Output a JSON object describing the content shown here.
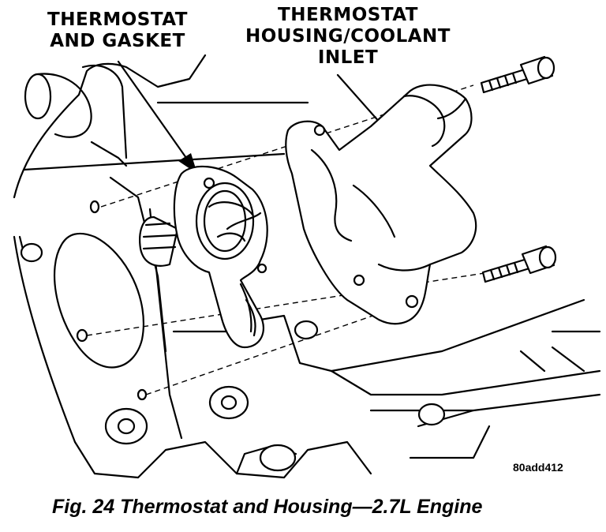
{
  "callouts": {
    "thermostat": [
      "THERMOSTAT",
      "AND GASKET"
    ],
    "housing": [
      "THERMOSTAT",
      "HOUSING/COOLANT",
      "INLET"
    ]
  },
  "reference_code": "80add412",
  "caption": "Fig. 24 Thermostat and Housing—2.7L Engine"
}
